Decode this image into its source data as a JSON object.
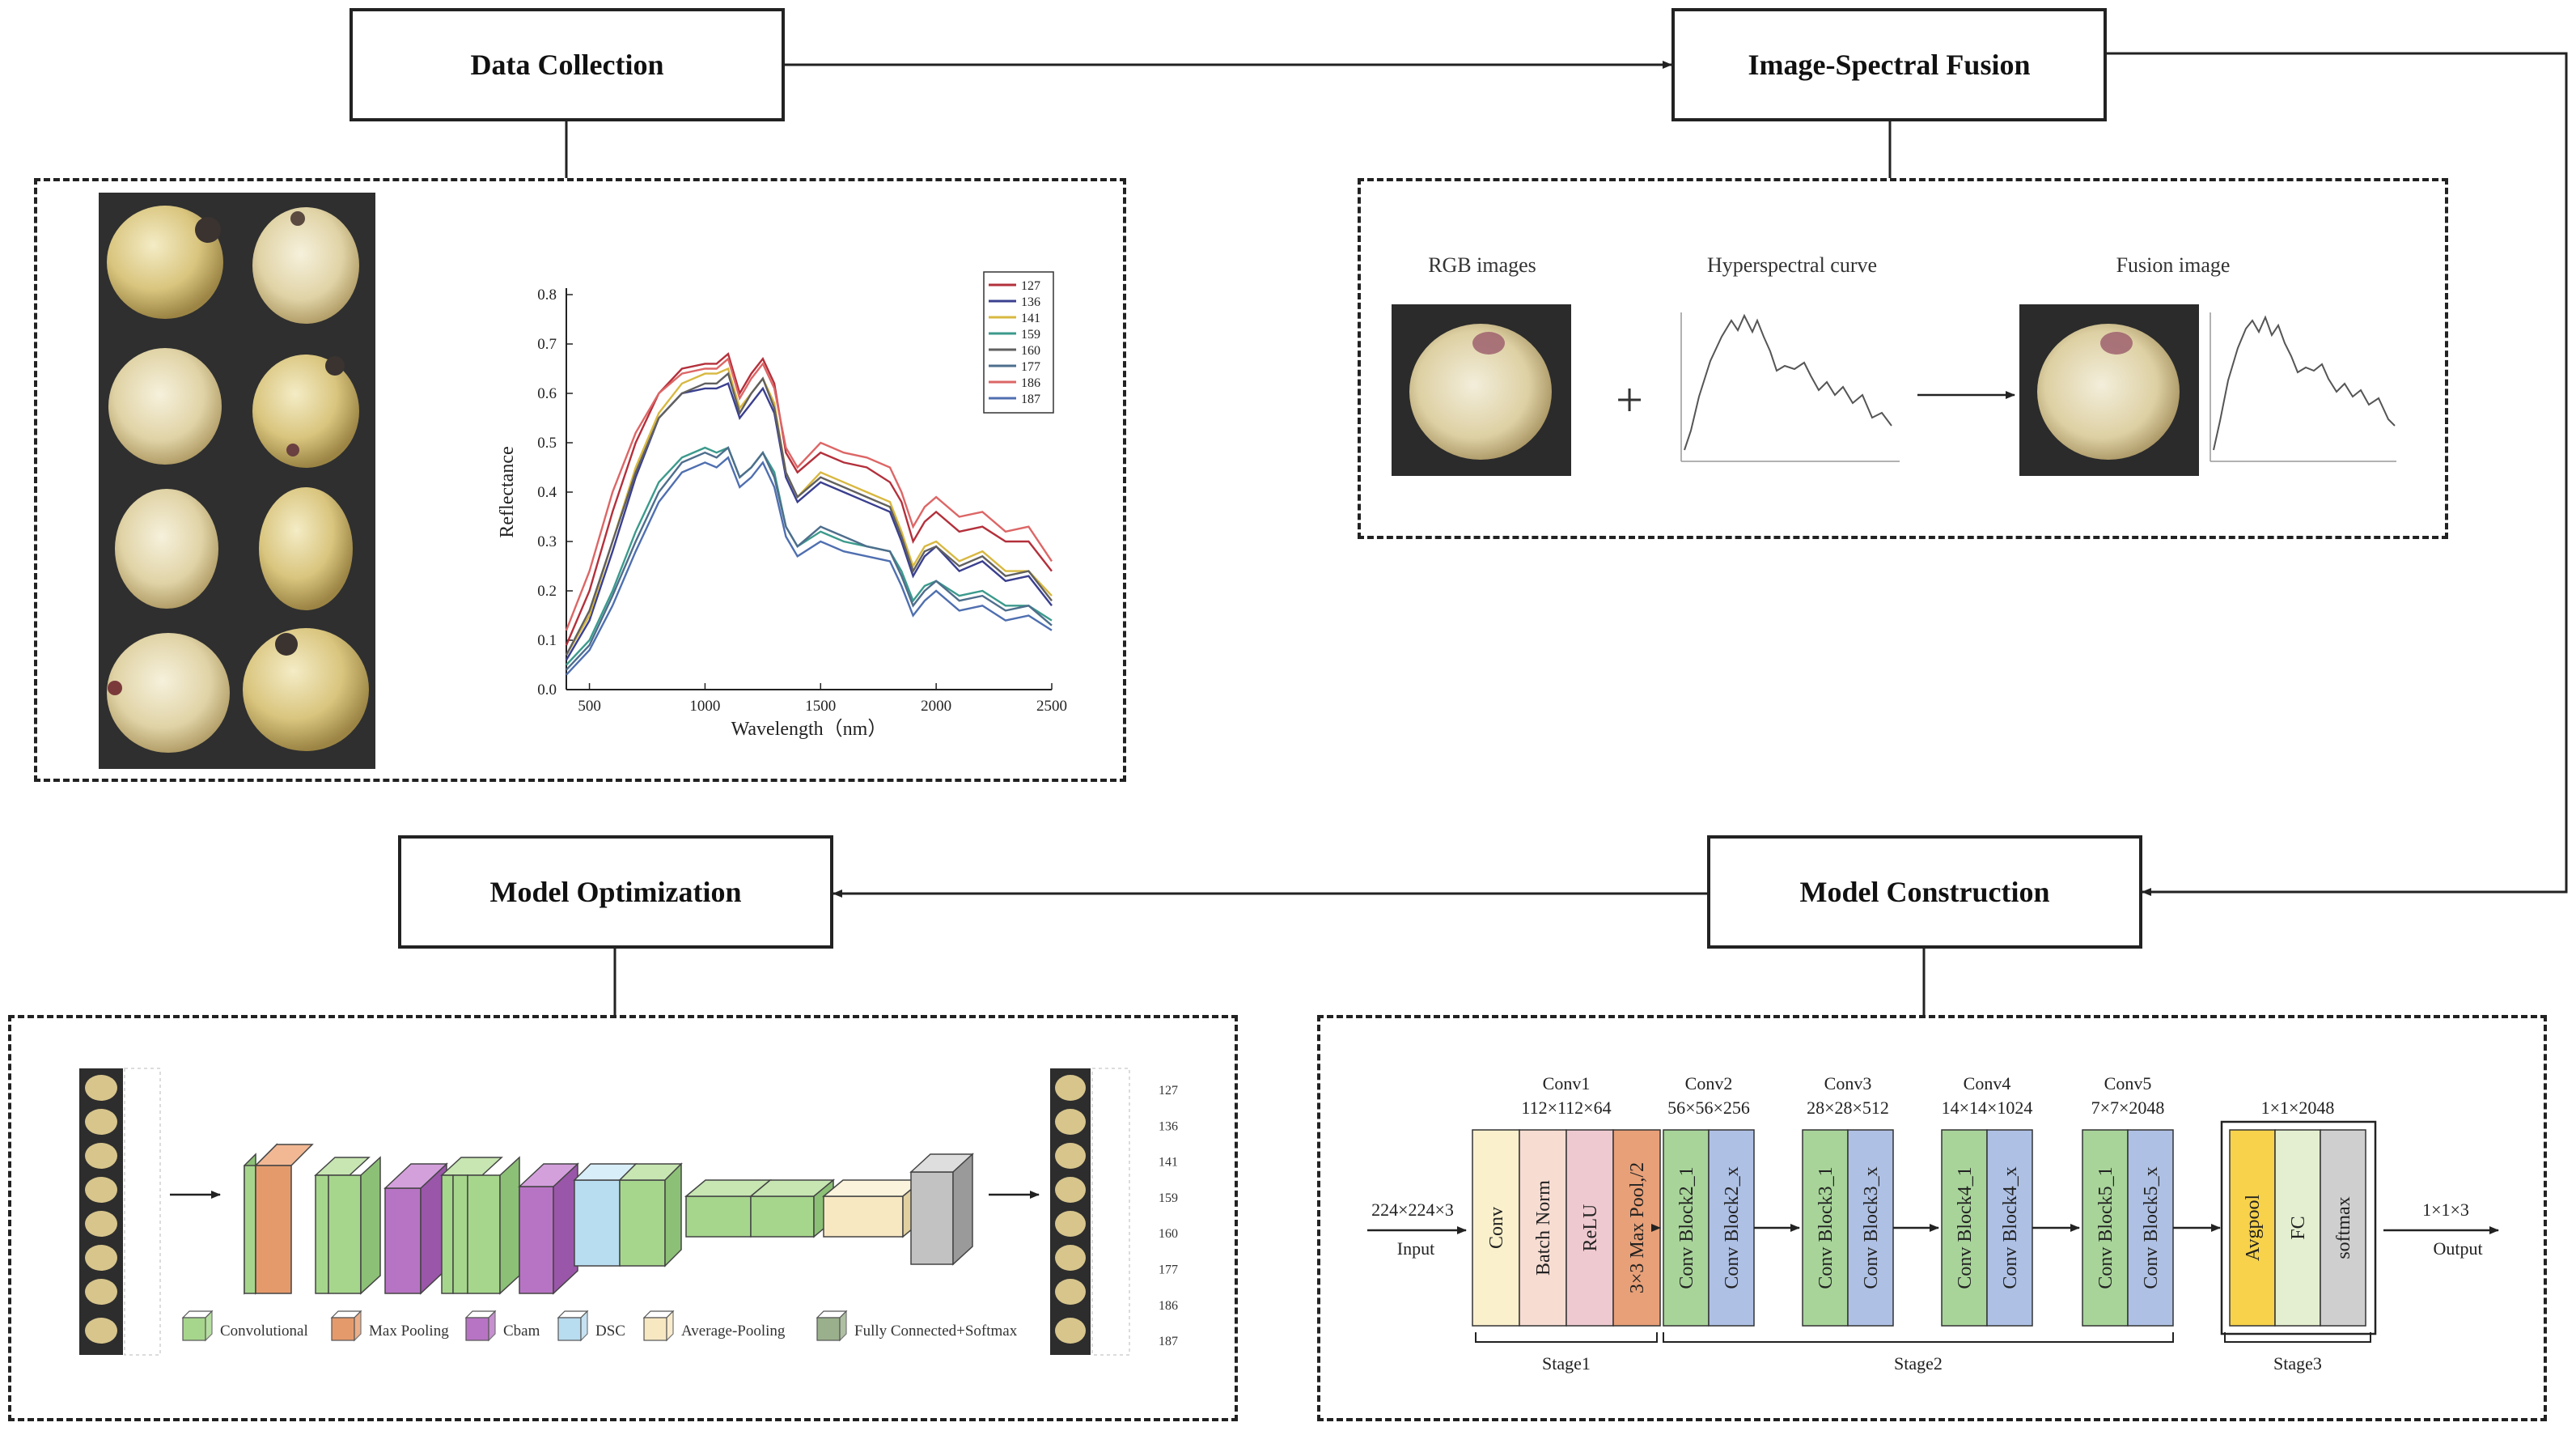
{
  "stages": {
    "data_collection": "Data Collection",
    "fusion": "Image-Spectral Fusion",
    "optimization": "Model Optimization",
    "construction": "Model Construction"
  },
  "chart_data": {
    "type": "line",
    "xlabel": "Wavelength（nm）",
    "ylabel": "Reflectance",
    "xlim": [
      400,
      2500
    ],
    "ylim": [
      0,
      0.8
    ],
    "xticks": [
      "500",
      "1000",
      "1500",
      "2000",
      "2500"
    ],
    "yticks": [
      "0.0",
      "0.1",
      "0.2",
      "0.3",
      "0.4",
      "0.5",
      "0.6",
      "0.7",
      "0.8"
    ],
    "legend_position": "top-right",
    "x": [
      400,
      500,
      600,
      700,
      800,
      900,
      1000,
      1050,
      1100,
      1150,
      1200,
      1250,
      1300,
      1350,
      1400,
      1500,
      1600,
      1700,
      1800,
      1850,
      1900,
      1950,
      2000,
      2100,
      2200,
      2300,
      2400,
      2500
    ],
    "series": [
      {
        "name": "127",
        "color": "#b3303b",
        "values": [
          0.09,
          0.2,
          0.36,
          0.5,
          0.6,
          0.65,
          0.66,
          0.66,
          0.68,
          0.6,
          0.64,
          0.67,
          0.62,
          0.48,
          0.44,
          0.48,
          0.46,
          0.45,
          0.42,
          0.38,
          0.3,
          0.34,
          0.36,
          0.32,
          0.33,
          0.3,
          0.3,
          0.24
        ]
      },
      {
        "name": "136",
        "color": "#3a3f8f",
        "values": [
          0.06,
          0.14,
          0.28,
          0.43,
          0.55,
          0.6,
          0.61,
          0.61,
          0.62,
          0.55,
          0.58,
          0.61,
          0.56,
          0.43,
          0.38,
          0.42,
          0.4,
          0.38,
          0.36,
          0.3,
          0.23,
          0.27,
          0.29,
          0.24,
          0.26,
          0.22,
          0.23,
          0.17
        ]
      },
      {
        "name": "141",
        "color": "#d8b840",
        "values": [
          0.07,
          0.15,
          0.3,
          0.45,
          0.56,
          0.62,
          0.64,
          0.64,
          0.65,
          0.57,
          0.6,
          0.63,
          0.58,
          0.44,
          0.39,
          0.44,
          0.42,
          0.4,
          0.38,
          0.32,
          0.25,
          0.29,
          0.3,
          0.26,
          0.28,
          0.24,
          0.24,
          0.19
        ]
      },
      {
        "name": "159",
        "color": "#3b9a8c",
        "values": [
          0.05,
          0.1,
          0.2,
          0.32,
          0.42,
          0.47,
          0.49,
          0.48,
          0.49,
          0.43,
          0.45,
          0.48,
          0.44,
          0.33,
          0.29,
          0.32,
          0.3,
          0.29,
          0.28,
          0.24,
          0.18,
          0.21,
          0.22,
          0.19,
          0.2,
          0.17,
          0.17,
          0.14
        ]
      },
      {
        "name": "160",
        "color": "#606060",
        "values": [
          0.07,
          0.16,
          0.3,
          0.44,
          0.55,
          0.6,
          0.62,
          0.62,
          0.64,
          0.56,
          0.6,
          0.63,
          0.57,
          0.44,
          0.39,
          0.43,
          0.41,
          0.39,
          0.37,
          0.31,
          0.24,
          0.28,
          0.29,
          0.25,
          0.27,
          0.23,
          0.24,
          0.18
        ]
      },
      {
        "name": "177",
        "color": "#4e6e8c",
        "values": [
          0.04,
          0.09,
          0.19,
          0.3,
          0.4,
          0.46,
          0.48,
          0.47,
          0.49,
          0.43,
          0.45,
          0.48,
          0.43,
          0.33,
          0.29,
          0.33,
          0.31,
          0.29,
          0.28,
          0.23,
          0.17,
          0.2,
          0.22,
          0.18,
          0.19,
          0.16,
          0.17,
          0.13
        ]
      },
      {
        "name": "186",
        "color": "#dd6666",
        "values": [
          0.12,
          0.24,
          0.4,
          0.52,
          0.6,
          0.64,
          0.65,
          0.65,
          0.67,
          0.59,
          0.63,
          0.66,
          0.61,
          0.49,
          0.45,
          0.5,
          0.48,
          0.47,
          0.45,
          0.4,
          0.33,
          0.37,
          0.39,
          0.35,
          0.36,
          0.32,
          0.33,
          0.26
        ]
      },
      {
        "name": "187",
        "color": "#4f6fb0",
        "values": [
          0.03,
          0.08,
          0.17,
          0.28,
          0.38,
          0.44,
          0.46,
          0.45,
          0.47,
          0.41,
          0.43,
          0.46,
          0.41,
          0.31,
          0.27,
          0.3,
          0.28,
          0.27,
          0.26,
          0.21,
          0.15,
          0.18,
          0.2,
          0.16,
          0.17,
          0.14,
          0.15,
          0.12
        ]
      }
    ]
  },
  "fusion_panel": {
    "rgb_label": "RGB images",
    "curve_label": "Hyperspectral curve",
    "fusion_label": "Fusion image",
    "plus": "+"
  },
  "optimization_panel": {
    "legend": [
      {
        "label": "Convolutional",
        "color": "#a6d68c"
      },
      {
        "label": "Max Pooling",
        "color": "#e59a6c"
      },
      {
        "label": "Cbam",
        "color": "#b874c4"
      },
      {
        "label": "DSC",
        "color": "#b8dcf0"
      },
      {
        "label": "Average-Pooling",
        "color": "#f8e8c2"
      },
      {
        "label": "Fully Connected+Softmax",
        "color": "#9ab08c"
      }
    ],
    "output_labels": [
      "127",
      "136",
      "141",
      "159",
      "160",
      "177",
      "186",
      "187"
    ]
  },
  "construction_panel": {
    "input_dim": "224×224×3",
    "input_label": "Input",
    "output_dim": "1×1×3",
    "output_label": "Output",
    "conv1": {
      "name": "Conv1",
      "dim": "112×112×64",
      "layers": [
        "Conv",
        "Batch Norm",
        "ReLU",
        "3×3 Max Pool,/2"
      ]
    },
    "blocks": [
      {
        "name": "Conv2",
        "dim": "56×56×256",
        "layers": [
          "Conv Block2_1",
          "Conv Block2_x"
        ]
      },
      {
        "name": "Conv3",
        "dim": "28×28×512",
        "layers": [
          "Conv Block3_1",
          "Conv Block3_x"
        ]
      },
      {
        "name": "Conv4",
        "dim": "14×14×1024",
        "layers": [
          "Conv Block4_1",
          "Conv Block4_x"
        ]
      },
      {
        "name": "Conv5",
        "dim": "7×7×2048",
        "layers": [
          "Conv Block5_1",
          "Conv Block5_x"
        ]
      }
    ],
    "stage3": {
      "dim": "1×1×2048",
      "layers": [
        "Avgpool",
        "FC",
        "softmax"
      ]
    },
    "stage_labels": [
      "Stage1",
      "Stage2",
      "Stage3"
    ]
  }
}
